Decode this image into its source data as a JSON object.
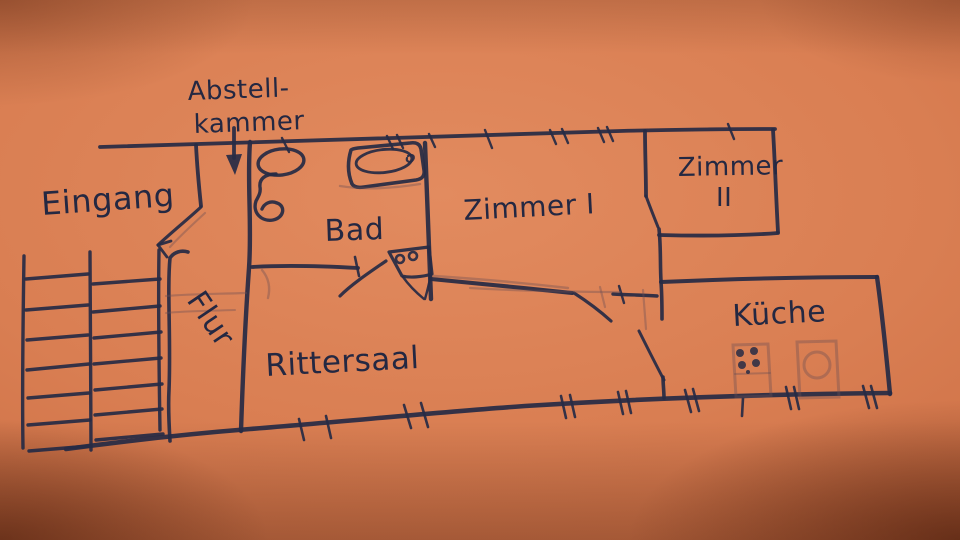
{
  "labels": {
    "abstellkammer_line1": "Abstell-",
    "abstellkammer_line2": "kammer",
    "eingang": "Eingang",
    "bad": "Bad",
    "zimmer1": "Zimmer I",
    "zimmer2_line1": "Zimmer",
    "zimmer2_line2": "II",
    "flur": "Flur",
    "rittersaal": "Rittersaal",
    "kueche": "Küche"
  },
  "colors": {
    "paper": "#d97e52",
    "ink": "#272b45",
    "pencil_faint": "#6d4f55"
  },
  "fixtures": [
    "staircase",
    "entrance-door",
    "storage-arrow",
    "toilet",
    "sink",
    "bathtub",
    "washbasin",
    "room-door-leafs",
    "stove",
    "washing-machine"
  ]
}
